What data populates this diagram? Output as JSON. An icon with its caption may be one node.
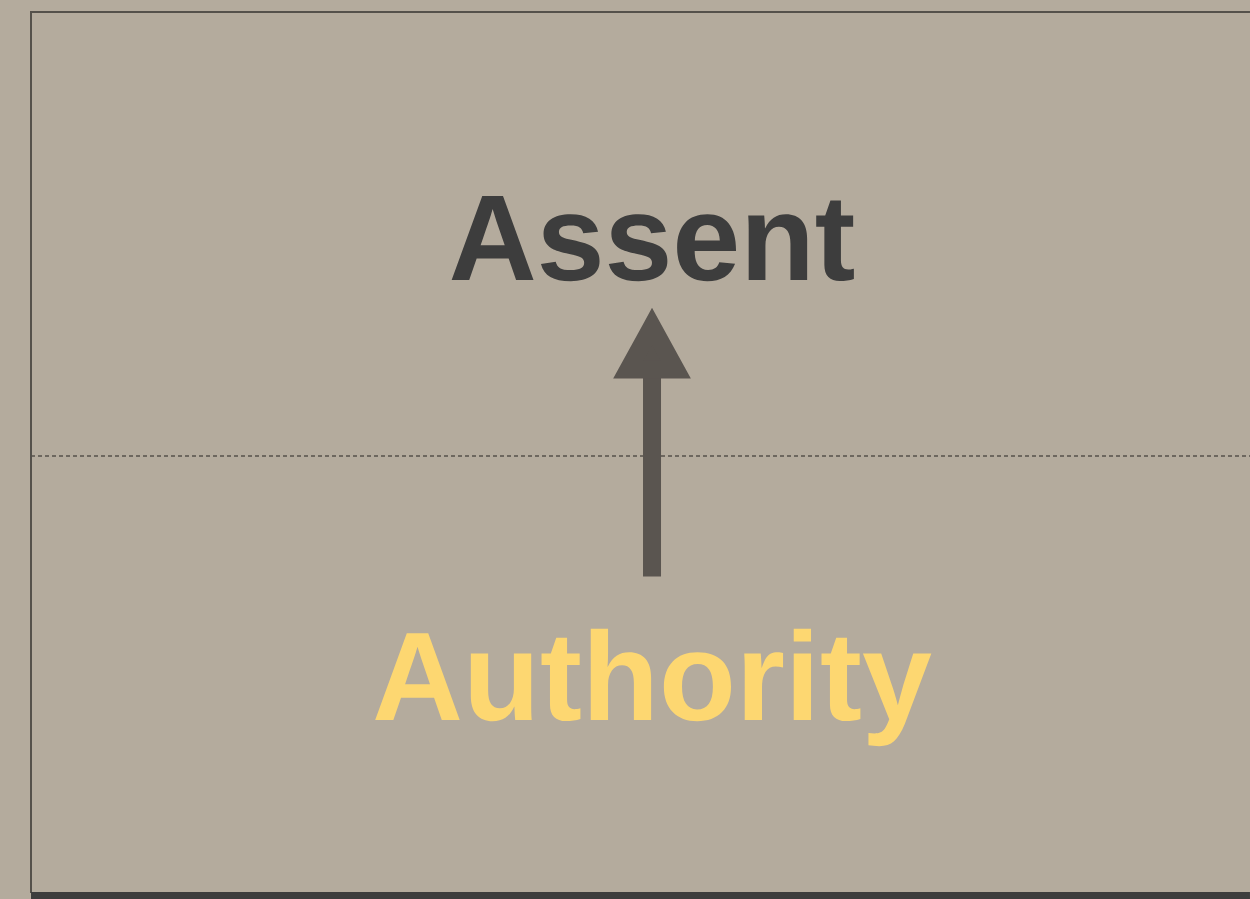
{
  "diagram": {
    "nodes": [
      {
        "text": [
          "Assent"
        ]
      },
      {
        "text": [
          "Authority"
        ]
      }
    ],
    "edges": [
      {
        "from": 1,
        "to": 0,
        "arrow": "to"
      }
    ]
  }
}
